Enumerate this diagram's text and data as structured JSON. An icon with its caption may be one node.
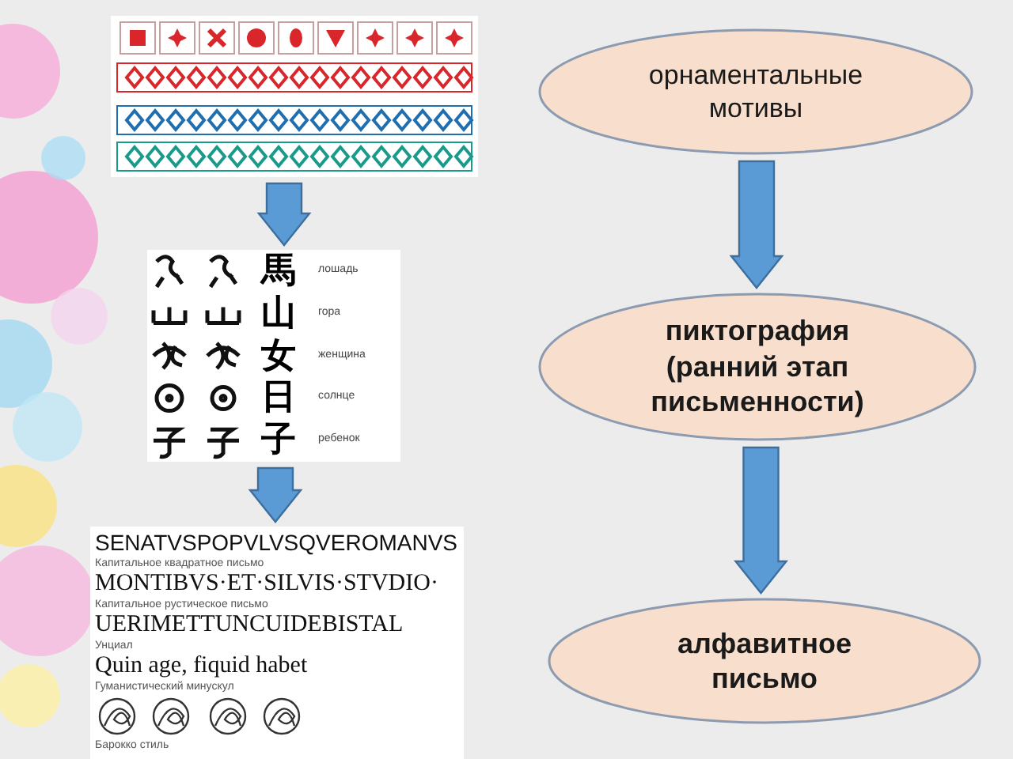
{
  "diagram": {
    "nodes": [
      {
        "text": [],
        "shape": "picture"
      },
      {
        "text": [
          "орнаментальные мотивы"
        ]
      },
      {
        "text": [
          "馬",
          "лошадь",
          "山",
          "гора",
          "女",
          "женщина",
          "日",
          "солнце",
          "子",
          "ребенок"
        ]
      },
      {
        "text": [
          "пиктография (ранний этап письменности)"
        ]
      },
      {
        "text": [
          "SENATVSPOPVLVSQVEROMANVS",
          "Капитальное квадратное письмо",
          "MONTIBVS·ET·SILVIS·STVDIO·",
          "Капитальное рустическое письмо",
          "UERIMETTUNCUIDEBISTAL",
          "Унциал",
          "Quin age, fiquid habet",
          "Гуманистический минускул",
          "Барокко стиль"
        ]
      },
      {
        "text": [
          "алфавитное письмо"
        ]
      }
    ],
    "edges": [
      {
        "from": 0,
        "to": 2,
        "arrow": "to",
        "style": "thick"
      },
      {
        "from": 2,
        "to": 4,
        "arrow": "to",
        "style": "thick"
      },
      {
        "from": 1,
        "to": 3,
        "arrow": "to",
        "style": "thick"
      },
      {
        "from": 3,
        "to": 5,
        "arrow": "to",
        "style": "thick"
      }
    ]
  }
}
